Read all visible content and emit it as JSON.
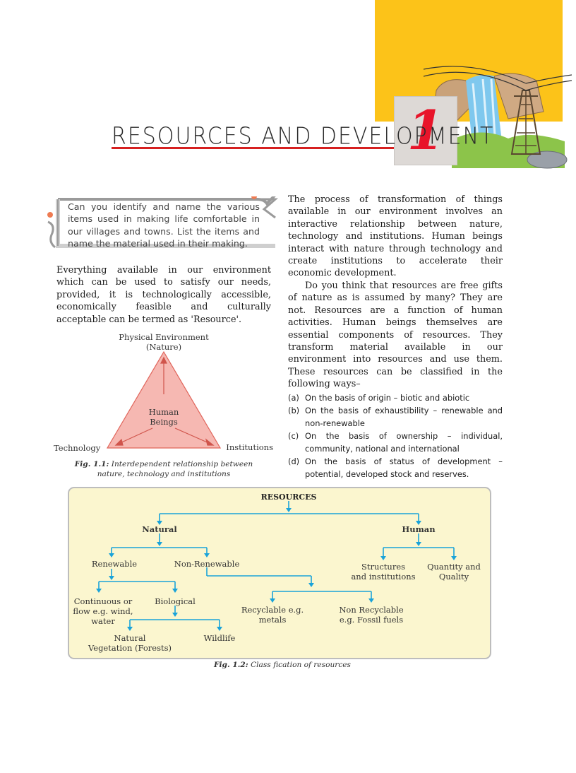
{
  "chapter": {
    "number": "1",
    "title": "RESOURCES AND DEVELOPMENT"
  },
  "callout": {
    "text": "Can you identify and name the various items used in making life comfortable in our villages and towns. List the items and name the material used in their making."
  },
  "paragraphs": {
    "left": "Everything available in our environment which can be used to satisfy our needs, provided, it is technologically accessible, economically feasible and culturally acceptable can be termed as 'Resource'.",
    "right1": "The process of transformation of things available in our environment involves an interactive relationship between nature, technology and institutions. Human beings interact with nature through technology and create institutions to accelerate their economic development.",
    "right2": "Do you think that resources are free gifts of nature as is assumed by many? They are not. Resources are a function of human activities. Human beings themselves are essential components of resources. They transform material available in our environment into resources and use them. These resources can be classified in the following ways–"
  },
  "classification_list": [
    {
      "mark": "(a)",
      "text": "On the basis of origin – biotic and abiotic"
    },
    {
      "mark": "(b)",
      "text": "On the basis of exhaustibility – renewable and non-renewable"
    },
    {
      "mark": "(c)",
      "text": "On the basis of ownership – individual, community, national and international"
    },
    {
      "mark": "(d)",
      "text": "On the basis of status of development – potential, developed stock and reserves."
    }
  ],
  "figure1": {
    "top_label_1": "Physical Environment",
    "top_label_2": "(Nature)",
    "center_label_1": "Human",
    "center_label_2": "Beings",
    "left_label": "Technology",
    "right_label": "Institutions",
    "caption_label": "Fig. 1.1:",
    "caption_text": "Interdependent relationship between nature, technology and institutions",
    "fill_color": "#f6b8b2",
    "stroke_color": "#e0645a"
  },
  "figure2": {
    "root": "RESOURCES",
    "natural": "Natural",
    "human": "Human",
    "renewable": "Renewable",
    "non_renewable": "Non-Renewable",
    "structures_1": "Structures",
    "structures_2": "and institutions",
    "quantity_1": "Quantity and",
    "quantity_2": "Quality",
    "continuous_1": "Continuous or",
    "continuous_2": "flow e.g. wind,",
    "continuous_3": "water",
    "biological": "Biological",
    "recyclable_1": "Recyclable e.g.",
    "recyclable_2": "metals",
    "nonrecyclable_1": "Non Recyclable",
    "nonrecyclable_2": "e.g. Fossil fuels",
    "vegetation_1": "Natural",
    "vegetation_2": "Vegetation (Forests)",
    "wildlife": "Wildlife",
    "caption_label": "Fig. 1.2:",
    "caption_text": "Class fication of resources",
    "bg_color": "#fbf6cf",
    "line_color": "#1aa3d9"
  }
}
